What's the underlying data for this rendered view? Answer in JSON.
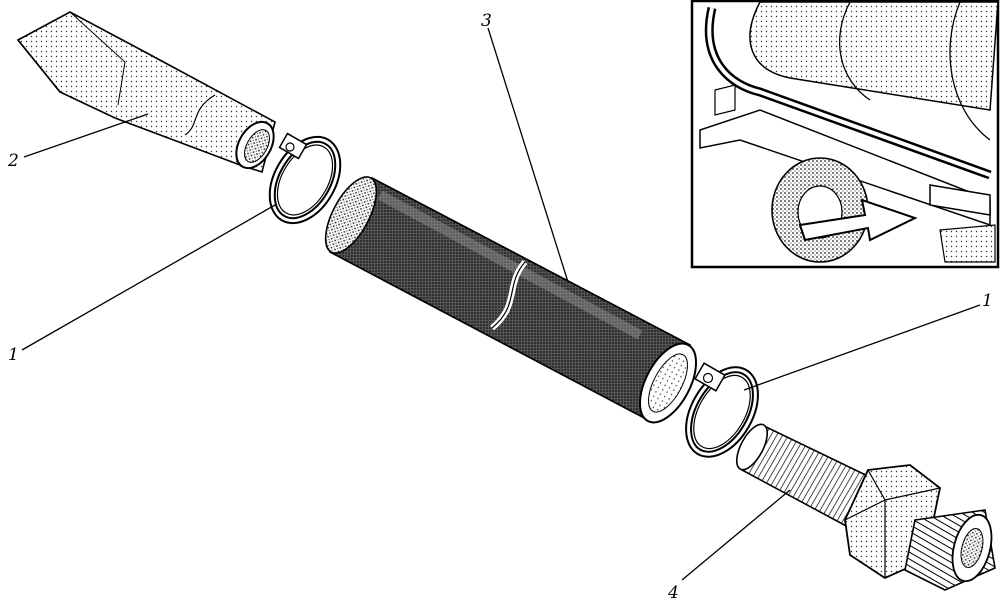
{
  "diagram": {
    "callouts": [
      {
        "id": "clamp-left",
        "text": "1"
      },
      {
        "id": "clamp-right",
        "text": "1"
      },
      {
        "id": "nozzle",
        "text": "2"
      },
      {
        "id": "hose",
        "text": "3"
      },
      {
        "id": "union-fitting",
        "text": "4"
      }
    ],
    "inset": {
      "subject": "vehicle-exhaust-pipe-location",
      "arrow": "points-to-pipe-outlet"
    },
    "colors": {
      "ink": "#000000",
      "paper": "#ffffff",
      "shade": "#555555"
    }
  }
}
